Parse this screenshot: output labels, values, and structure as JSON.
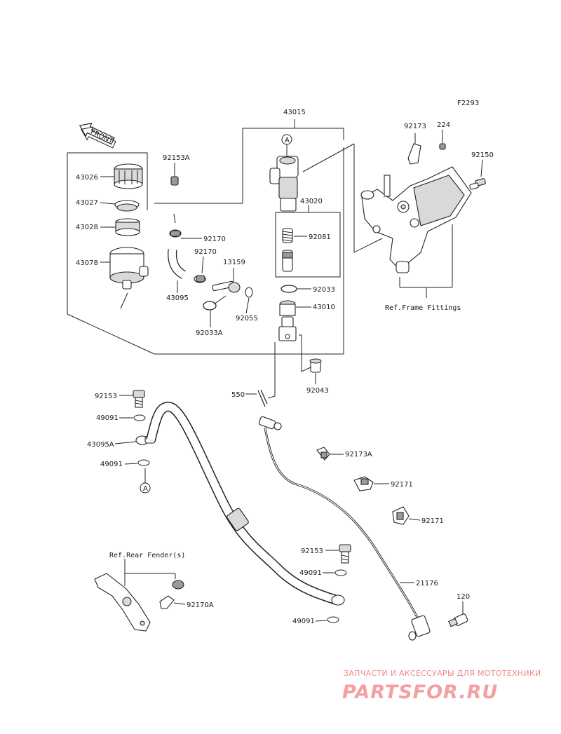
{
  "diagram_id": "F2293",
  "front_label": "FRONT",
  "callout_A": "A",
  "refs": {
    "frame_fittings": "Ref.Frame Fittings",
    "rear_fender": "Ref.Rear Fender(s)"
  },
  "parts": {
    "p43015": "43015",
    "p92153A": "92153A",
    "p43026": "43026",
    "p43027": "43027",
    "p43028": "43028",
    "p43078": "43078",
    "p92170a": "92170",
    "p92170b": "92170",
    "p43095": "43095",
    "p13159": "13159",
    "p92033A": "92033A",
    "p92055": "92055",
    "p43020": "43020",
    "p92081": "92081",
    "p92033": "92033",
    "p43010": "43010",
    "p92043": "92043",
    "p550": "550",
    "p92173": "92173",
    "p224": "224",
    "p92150": "92150",
    "p92153": "92153",
    "p49091a": "49091",
    "p43095A": "43095A",
    "p49091b": "49091",
    "p92173A": "92173A",
    "p92171a": "92171",
    "p92171b": "92171",
    "p92153b": "92153",
    "p49091c": "49091",
    "p21176": "21176",
    "p49091d": "49091",
    "p120": "120",
    "p92170A": "92170A"
  },
  "watermark": {
    "tagline": "ЗАПЧАСТИ И АКСЕССУАРЫ ДЛЯ МОТОТЕХНИКИ",
    "brand": "PARTSFOR.RU"
  }
}
